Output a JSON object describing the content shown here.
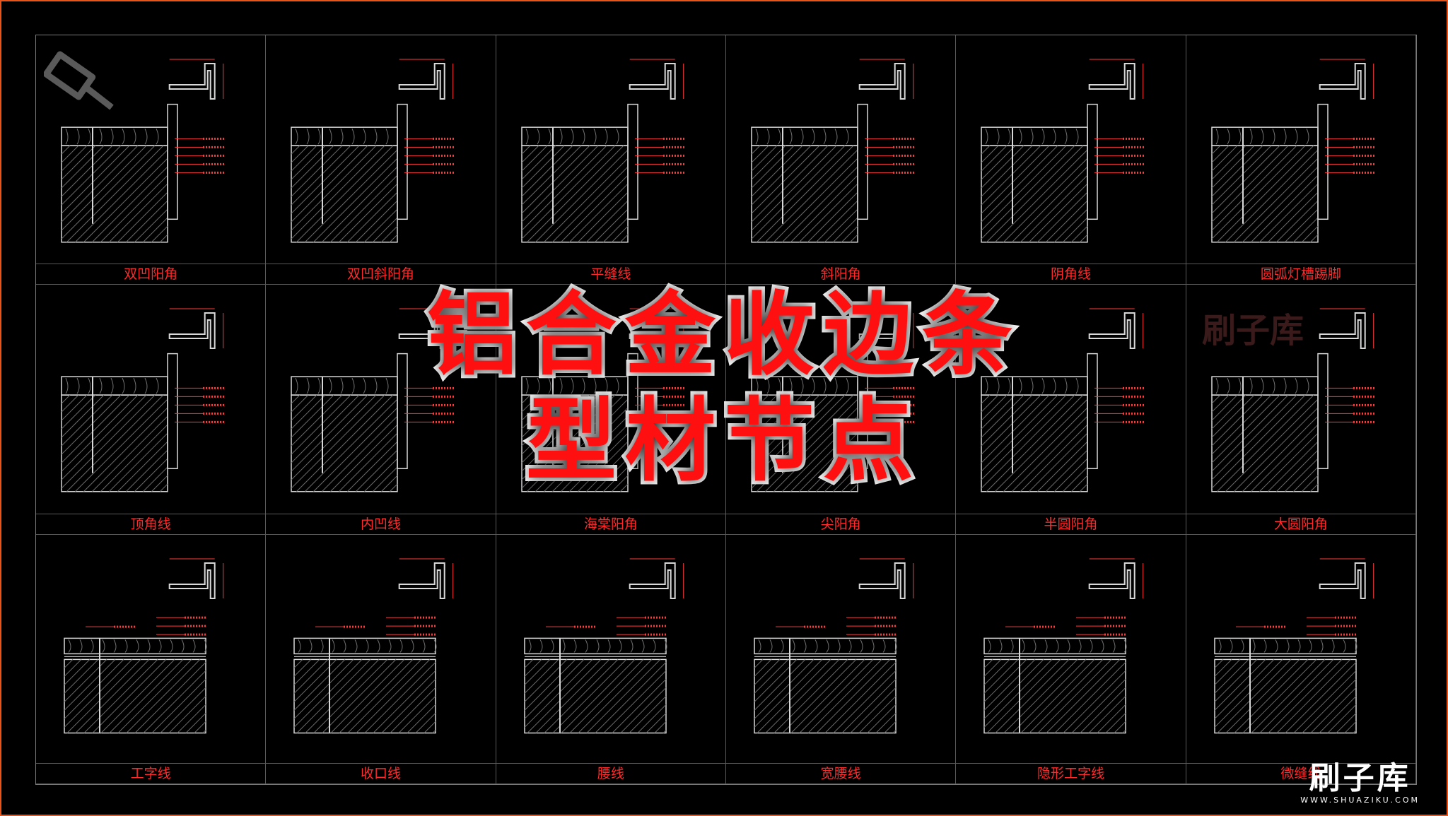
{
  "panels": [
    {
      "label": "双凹阳角"
    },
    {
      "label": "双凹斜阳角"
    },
    {
      "label": "平缝线"
    },
    {
      "label": "斜阳角"
    },
    {
      "label": "阴角线"
    },
    {
      "label": "圆弧灯槽踢脚"
    },
    {
      "label": "顶角线"
    },
    {
      "label": "内凹线"
    },
    {
      "label": "海棠阳角"
    },
    {
      "label": "尖阳角"
    },
    {
      "label": "半圆阳角"
    },
    {
      "label": "大圆阳角"
    },
    {
      "label": "工字线"
    },
    {
      "label": "收口线"
    },
    {
      "label": "腰线"
    },
    {
      "label": "宽腰线"
    },
    {
      "label": "隐形工字线"
    },
    {
      "label": "微缝线"
    }
  ],
  "title": {
    "line1": "铝合金收边条",
    "line2": "型材节点"
  },
  "watermark": "刷子库",
  "brand": {
    "name": "刷子库",
    "url": "WWW.SHUAZIKU.COM"
  },
  "colors": {
    "accent": "#ff1010",
    "frame": "#e8531a",
    "line": "#d8d8d8",
    "dim": "#ff3a3a"
  },
  "icons": {
    "logo": "paintbrush-icon"
  }
}
